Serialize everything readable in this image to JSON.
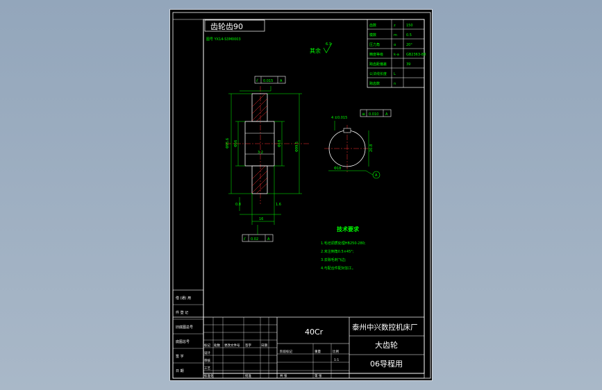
{
  "title_tag": "齿轮齿90",
  "part_code": "图号 YX14-S3M0003",
  "roughness_rest": "其余",
  "roughness_rest_value": "6.3",
  "param_table": [
    [
      "齿数",
      "z",
      "150"
    ],
    [
      "模数",
      "m",
      "0.5"
    ],
    [
      "压力角",
      "α",
      "20°"
    ],
    [
      "精度等级",
      "k-a",
      "GB2363-88"
    ],
    [
      "跨齿距偏差",
      "",
      "39"
    ],
    [
      "公法线长度",
      "L",
      ""
    ],
    [
      "跨齿数",
      "n",
      ""
    ]
  ],
  "gdt_top": {
    "symbol": "⫽",
    "value": "0.015",
    "datum": "A"
  },
  "gdt_bottom": {
    "symbol": "⫽",
    "value": "0.02",
    "datum": "A"
  },
  "gdt_right": {
    "symbol": "≡",
    "value": "0.010",
    "datum": "A"
  },
  "datum_label": "A",
  "dims": {
    "d_outer": "Φ95.6",
    "d_hub": "Φ56",
    "d_bore": "Φ18",
    "d_root": "Φ99.5",
    "width": "16",
    "keyway": "4 ±0.015",
    "key_depth": "20.8",
    "bore_r": "Φ18",
    "rough_face": "0.8",
    "rough_bore": "3.2",
    "rough_side": "1.6"
  },
  "tech_req": {
    "heading": "技术要求",
    "items": [
      "1.毛坯调质处理HB250-280;",
      "2.未注倒角0.5×45°;",
      "3.去除毛刺飞边;",
      "4.与配合件配对加工。"
    ]
  },
  "material": "40Cr",
  "company": "泰州中兴数控机床厂",
  "part_name": "大齿轮",
  "project": "06导程用",
  "tb_left": [
    "借 (通) 用",
    "件 登 记",
    "旧底图总号",
    "底图总号",
    "签  字",
    "日  期"
  ],
  "tb_mid": [
    "标记",
    "处数",
    "更改文件号",
    "签字",
    "日期",
    "设计",
    "审核",
    "工艺",
    "标准化",
    "批准"
  ],
  "tb_right": [
    "阶段标记",
    "重量",
    "比例",
    "共 张",
    "第 张",
    "1:1"
  ]
}
